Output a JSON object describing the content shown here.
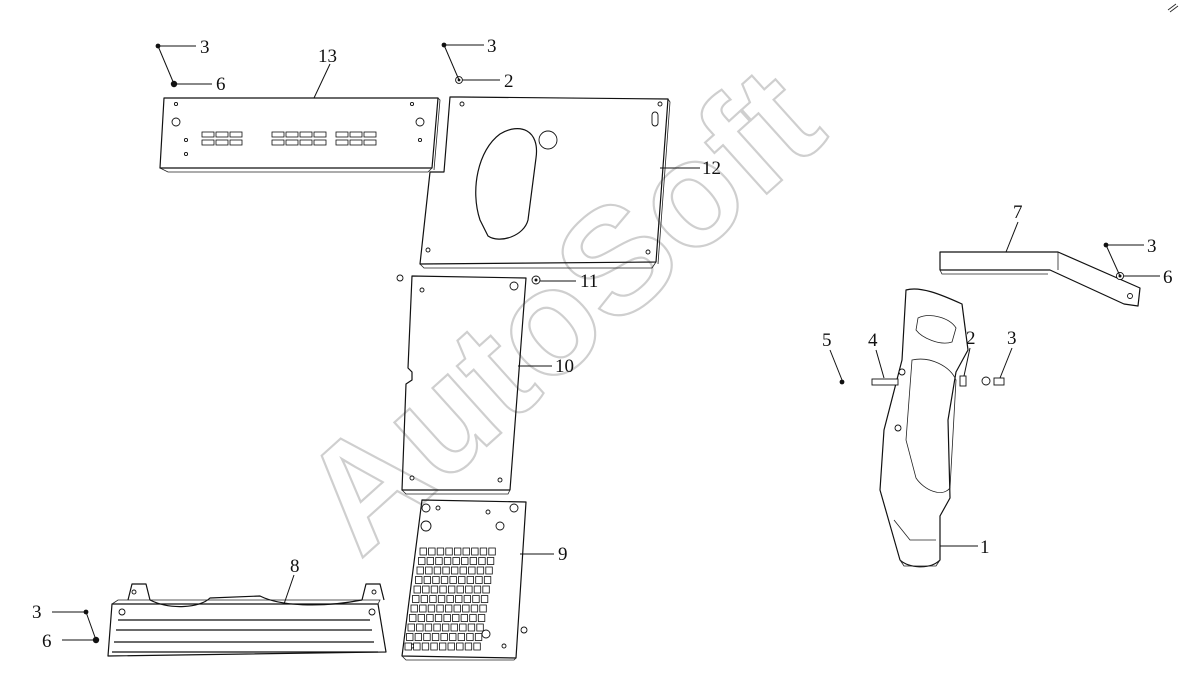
{
  "diagram": {
    "watermark": "AutoSoft",
    "callouts": [
      {
        "id": "c13",
        "label": "13"
      },
      {
        "id": "c3a",
        "label": "3"
      },
      {
        "id": "c6a",
        "label": "6"
      },
      {
        "id": "c3b",
        "label": "3"
      },
      {
        "id": "c2a",
        "label": "2"
      },
      {
        "id": "c12",
        "label": "12"
      },
      {
        "id": "c11",
        "label": "11"
      },
      {
        "id": "c10",
        "label": "10"
      },
      {
        "id": "c9",
        "label": "9"
      },
      {
        "id": "c8",
        "label": "8"
      },
      {
        "id": "c3c",
        "label": "3"
      },
      {
        "id": "c6c",
        "label": "6"
      },
      {
        "id": "c7",
        "label": "7"
      },
      {
        "id": "c3d",
        "label": "3"
      },
      {
        "id": "c6d",
        "label": "6"
      },
      {
        "id": "c5",
        "label": "5"
      },
      {
        "id": "c4",
        "label": "4"
      },
      {
        "id": "c2b",
        "label": "2"
      },
      {
        "id": "c3e",
        "label": "3"
      },
      {
        "id": "c1",
        "label": "1"
      }
    ]
  }
}
